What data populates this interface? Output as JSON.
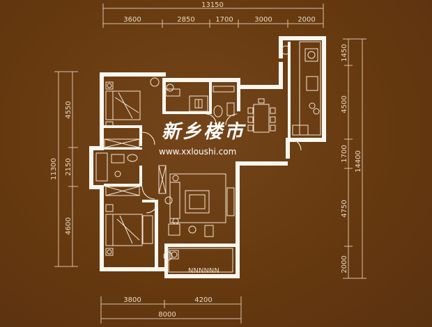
{
  "dimensions": {
    "top_total": "13150",
    "top_segments": [
      "3600",
      "2850",
      "1700",
      "3000",
      "2000"
    ],
    "left_total": "11300",
    "left_segments": [
      "4550",
      "2150",
      "4600"
    ],
    "right_total": "14400",
    "right_segments": [
      "1450",
      "4500",
      "1700",
      "4750",
      "2000"
    ],
    "bottom_segments": [
      "3800",
      "4200"
    ],
    "bottom_total": "8000"
  },
  "watermark": {
    "name": "新乡楼市",
    "url": "www.xxloushi.com"
  },
  "balcony_text": "NNNNNN"
}
